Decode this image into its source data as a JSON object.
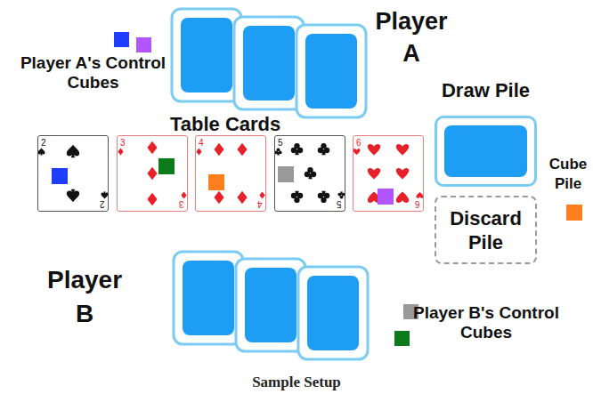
{
  "diagram": {
    "caption": "Sample Setup",
    "nodes": [
      {
        "text": [
          "2",
          "2"
        ]
      },
      {
        "text": [
          "3",
          "3"
        ]
      },
      {
        "text": [
          "4",
          "4"
        ]
      },
      {
        "text": [
          "5",
          "5"
        ]
      },
      {
        "text": [
          "6",
          "6"
        ]
      },
      {
        "text": [
          "Draw Pile"
        ]
      },
      {
        "text": [
          "Discard Pile"
        ]
      }
    ],
    "labels": [
      "Player A's Control Cubes",
      "Player A",
      "Table Cards",
      "Cube Pile",
      "Player B",
      "Player B's Control Cubes"
    ]
  }
}
